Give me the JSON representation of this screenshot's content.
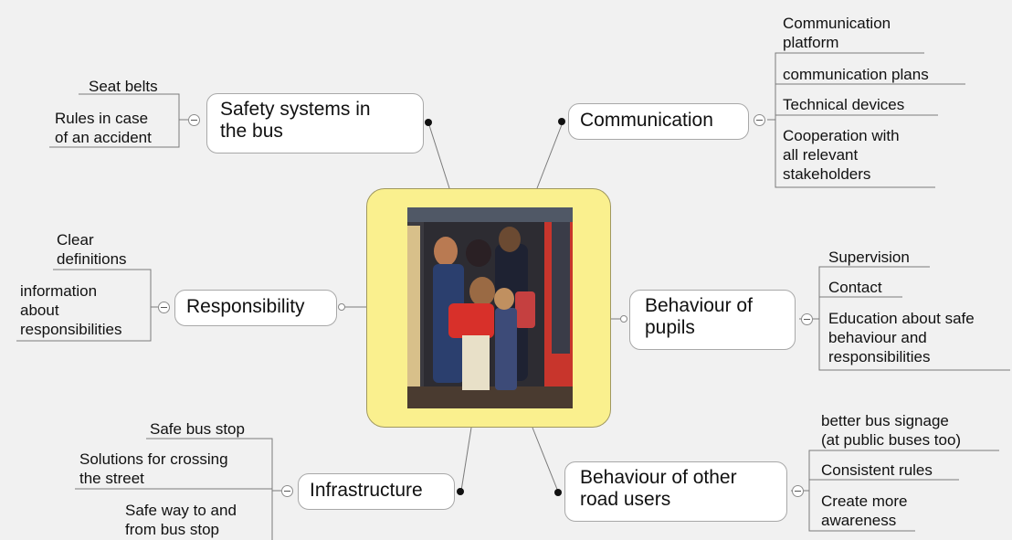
{
  "branches": {
    "safety": {
      "title": "Safety systems in the bus",
      "line1": "Safety systems in",
      "line2": "the bus",
      "leaves": [
        "Seat belts",
        "Rules in case of an accident"
      ],
      "leaf2_line1": "Rules in case",
      "leaf2_line2": "of an accident"
    },
    "communication": {
      "title": "Communication",
      "leaves": [
        "Communication platform",
        "communication plans",
        "Technical devices",
        "Cooperation with all relevant stakeholders"
      ],
      "leaf1_line1": "Communication",
      "leaf1_line2": "platform",
      "leaf4_line1": "Cooperation with",
      "leaf4_line2": "all relevant",
      "leaf4_line3": "stakeholders"
    },
    "responsibility": {
      "title": "Responsibility",
      "leaf1_line1": "Clear",
      "leaf1_line2": "definitions",
      "leaf2_line1": "information",
      "leaf2_line2": "about",
      "leaf2_line3": "responsibilities"
    },
    "pupils": {
      "line1": "Behaviour of",
      "line2": "pupils",
      "leaf1": "Supervision",
      "leaf2": "Contact",
      "leaf3_line1": "Education about safe",
      "leaf3_line2": "behaviour and",
      "leaf3_line3": "responsibilities"
    },
    "infrastructure": {
      "title": "Infrastructure",
      "leaf1": "Safe bus stop",
      "leaf2_line1": "Solutions for crossing",
      "leaf2_line2": "the street",
      "leaf3_line1": "Safe way to and",
      "leaf3_line2": "from bus stop"
    },
    "road_users": {
      "line1": "Behaviour of other",
      "line2": "road users",
      "leaf1_line1": "better bus signage",
      "leaf1_line2": "(at public buses too)",
      "leaf2": "Consistent rules",
      "leaf3_line1": "Create more",
      "leaf3_line2": "awareness"
    }
  },
  "colors": {
    "background": "#f1f1f1",
    "center_fill": "#faf08e",
    "node_border": "#a8a8a8",
    "connector": "#7a7a7a"
  }
}
